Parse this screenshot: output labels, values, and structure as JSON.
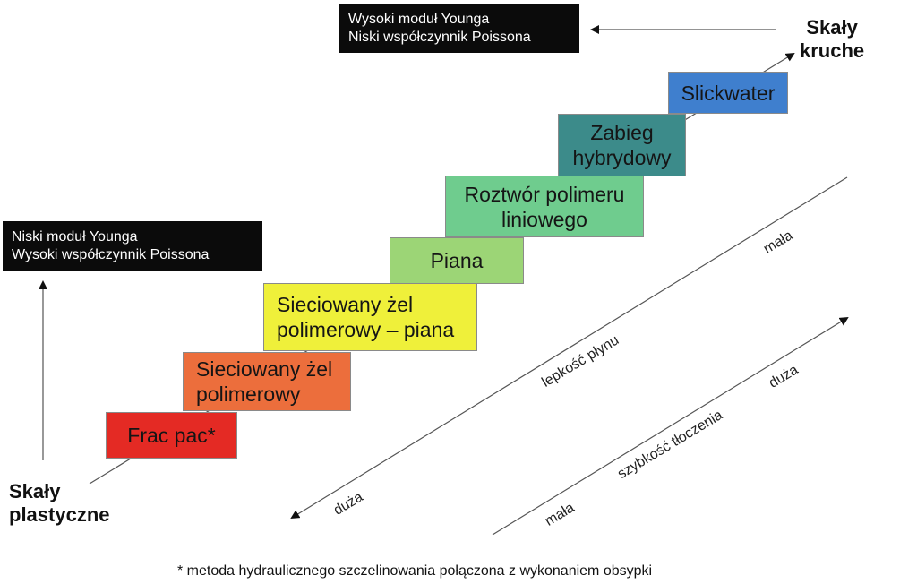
{
  "top_box": {
    "line1": "Wysoki moduł Younga",
    "line2": "Niski współczynnik Poissona"
  },
  "left_box": {
    "line1": "Niski moduł Younga",
    "line2": "Wysoki współczynnik Poissona"
  },
  "brittle": {
    "line1": "Skały",
    "line2": "kruche"
  },
  "plastic": {
    "line1": "Skały",
    "line2": "plastyczne"
  },
  "steps": [
    {
      "line1": "Frac pac*",
      "line2": "",
      "color": "#e42a24"
    },
    {
      "line1": "Sieciowany żel",
      "line2": "polimerowy",
      "color": "#ec6e3c"
    },
    {
      "line1": "Sieciowany żel",
      "line2": "polimerowy – piana",
      "color": "#eff03a"
    },
    {
      "line1": "Piana",
      "line2": "",
      "color": "#9cd576"
    },
    {
      "line1": "Roztwór polimeru",
      "line2": "liniowego",
      "color": "#6fcc8e"
    },
    {
      "line1": "Zabieg",
      "line2": "hybrydowy",
      "color": "#3c8b8a"
    },
    {
      "line1": "Slickwater",
      "line2": "",
      "color": "#3f7fce"
    }
  ],
  "viscosity_axis": {
    "label": "lepkość płynu",
    "low": "mała",
    "high": "duża"
  },
  "rate_axis": {
    "label": "szybkość tłoczenia",
    "low": "mała",
    "high": "duża"
  },
  "footnote": "* metoda hydraulicznego szczelinowania połączona z wykonaniem obsypki"
}
